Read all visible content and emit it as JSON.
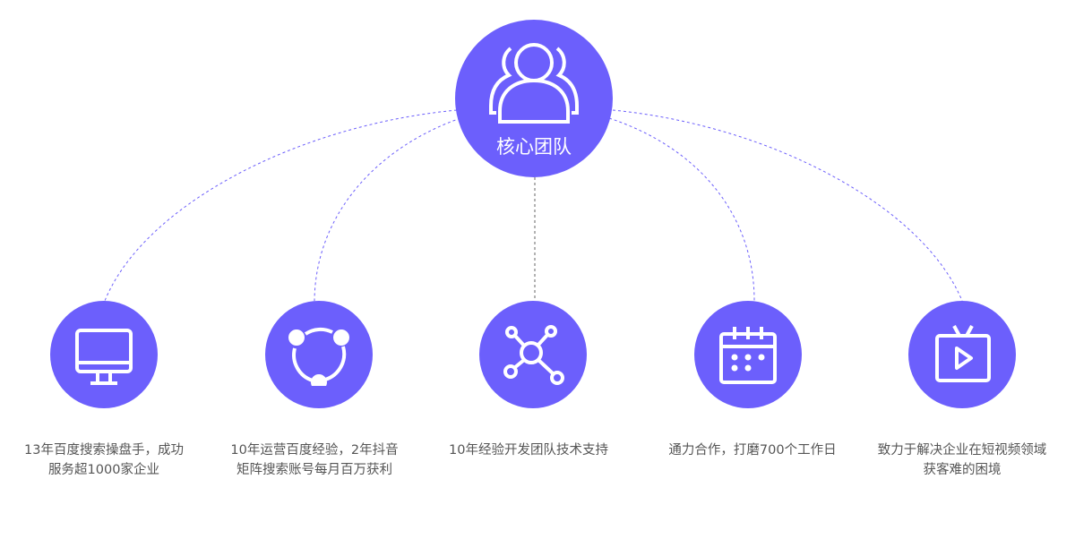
{
  "center": {
    "label": "核心团队",
    "icon": "team-icon"
  },
  "colors": {
    "accent": "#6c5ffc",
    "text": "#555555"
  },
  "nodes": [
    {
      "icon": "monitor-icon",
      "text": "13年百度搜索操盘手，成功服务超1000家企业"
    },
    {
      "icon": "cycle-icon",
      "text": "10年运营百度经验，2年抖音矩阵搜索账号每月百万获利"
    },
    {
      "icon": "network-icon",
      "text": "10年经验开发团队技术支持"
    },
    {
      "icon": "calendar-icon",
      "text": "通力合作，打磨700个工作日"
    },
    {
      "icon": "video-icon",
      "text": "致力于解决企业在短视频领域获客难的困境"
    }
  ]
}
